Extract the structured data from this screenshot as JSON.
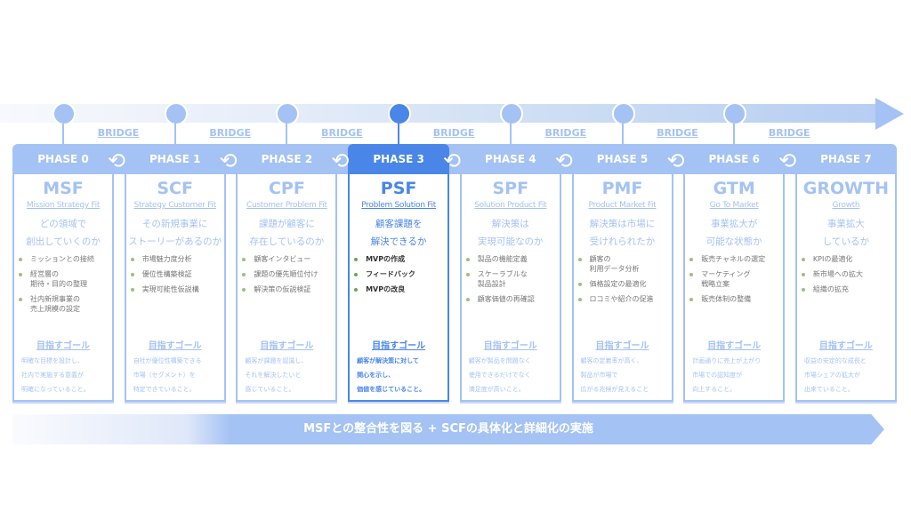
{
  "bridge_label": "BRIDGE",
  "active_phase": 3,
  "colors": {
    "light": "#a4c2f4",
    "active": "#4a86e8",
    "bullet": "#93c47d"
  },
  "phases": [
    {
      "label": "PHASE 0",
      "acronym": "MSF",
      "full": "Mission Strategy Fit",
      "question": "どの領域で\n創出していくのか",
      "bullets": [
        "ミッションとの接続",
        "経営層の\n期待・目的の整理",
        "社内新規事業の\n売上規模の設定"
      ],
      "goal_title": "目指すゴール",
      "goal": "明確な目標を設計し、\n社内で実施する意義が\n明確になっていること。"
    },
    {
      "label": "PHASE 1",
      "acronym": "SCF",
      "full": "Strategy Customer Fit",
      "question": "その新規事業に\nストーリーがあるのか",
      "bullets": [
        "市場魅力度分析",
        "優位性構築検証",
        "実現可能性仮説構"
      ],
      "goal_title": "目指すゴール",
      "goal": "自社が優位性構築できる\n市場（セグメント）を\n特定できていること。"
    },
    {
      "label": "PHASE 2",
      "acronym": "CPF",
      "full": "Customer Problem Fit",
      "question": "課題が顧客に\n存在しているのか",
      "bullets": [
        "顧客インタビュー",
        "課題の優先順位付け",
        "解決策の仮説検証"
      ],
      "goal_title": "目指すゴール",
      "goal": "顧客が課題を認識し、\nそれを解決したいと\n感じていること。"
    },
    {
      "label": "PHASE 3",
      "acronym": "PSF",
      "full": "Problem Solution Fit",
      "question": "顧客課題を\n解決できるか",
      "bullets": [
        "MVPの作成",
        "フィードバック",
        "MVPの改良"
      ],
      "goal_title": "目指すゴール",
      "goal": "顧客が解決策に対して\n関心を示し、\n価値を感じていること。"
    },
    {
      "label": "PHASE 4",
      "acronym": "SPF",
      "full": "Solution Product Fit",
      "question": "解決策は\n実現可能なのか",
      "bullets": [
        "製品の機能定義",
        "スケーラブルな\n製品設計",
        "顧客価値の再確認"
      ],
      "goal_title": "目指すゴール",
      "goal": "顧客が製品を問題なく\n使用できるだけでなく\n満足度が高いこと。"
    },
    {
      "label": "PHASE 5",
      "acronym": "PMF",
      "full": "Product Market Fit",
      "question": "解決策は市場に\n受けれられたか",
      "bullets": [
        "顧客の\n利用データ分析",
        "価格設定の最適化",
        "ロコミや紹介の促進"
      ],
      "goal_title": "目指すゴール",
      "goal": "顧客の定着率が高く、\n製品が市場で\n広がる兆候が見えること"
    },
    {
      "label": "PHASE 6",
      "acronym": "GTM",
      "full": "Go To Market",
      "question": "事業拡大が\n可能な状態か",
      "bullets": [
        "販売チャネルの選定",
        "マーケティング\n戦略立案",
        "販売体制の整備"
      ],
      "goal_title": "目指すゴール",
      "goal": "計画通りに売上が上がり\n市場での認知度が\n向上すること。"
    },
    {
      "label": "PHASE 7",
      "acronym": "GROWTH",
      "full": "Growth",
      "question": "事業拡大\nしているか",
      "bullets": [
        "KPIの最適化",
        "新市場への拡大",
        "組織の拡充"
      ],
      "goal_title": "目指すゴール",
      "goal": "収益の安定的な成長と\n市場シェアの拡大が\n出来ていること。"
    }
  ],
  "banner": "MSFとの整合性を図る + SCFの具体化と詳細化の実施"
}
